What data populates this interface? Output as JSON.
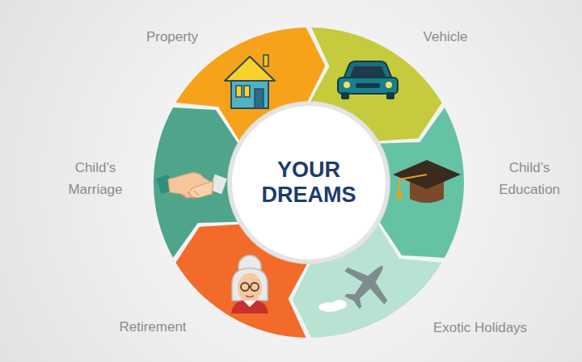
{
  "diagram": {
    "nodes": [
      {
        "text": [
          "YOUR DREAMS"
        ]
      },
      {
        "text": [
          "Property"
        ]
      },
      {
        "text": [
          "Vehicle"
        ]
      },
      {
        "text": [
          "Child’s Education"
        ]
      },
      {
        "text": [
          "Exotic Holidays"
        ]
      },
      {
        "text": [
          "Retirement"
        ]
      },
      {
        "text": [
          "Child’s Marriage"
        ]
      }
    ]
  }
}
